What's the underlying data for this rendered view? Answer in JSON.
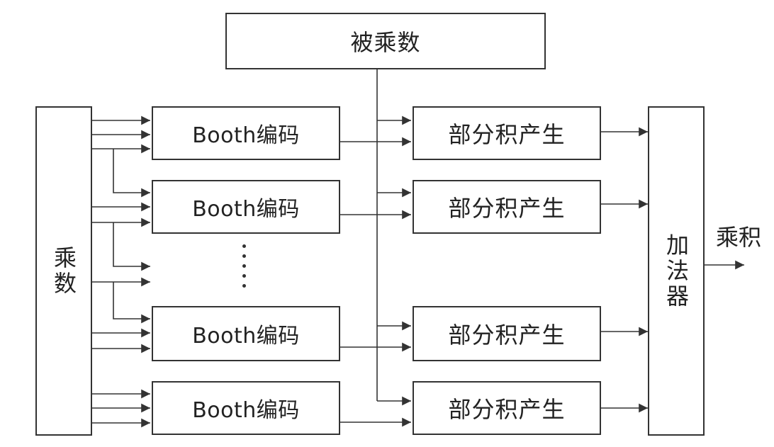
{
  "multiplicand": "被乘数",
  "multiplier": "乘数",
  "encoder_label": "Booth编码",
  "partial_product_label": "部分积产生",
  "adder": "加法器",
  "product": "乘积",
  "encoders": [
    "Booth编码",
    "Booth编码",
    "Booth编码",
    "Booth编码"
  ],
  "partial_products": [
    "部分积产生",
    "部分积产生",
    "部分积产生",
    "部分积产生"
  ]
}
